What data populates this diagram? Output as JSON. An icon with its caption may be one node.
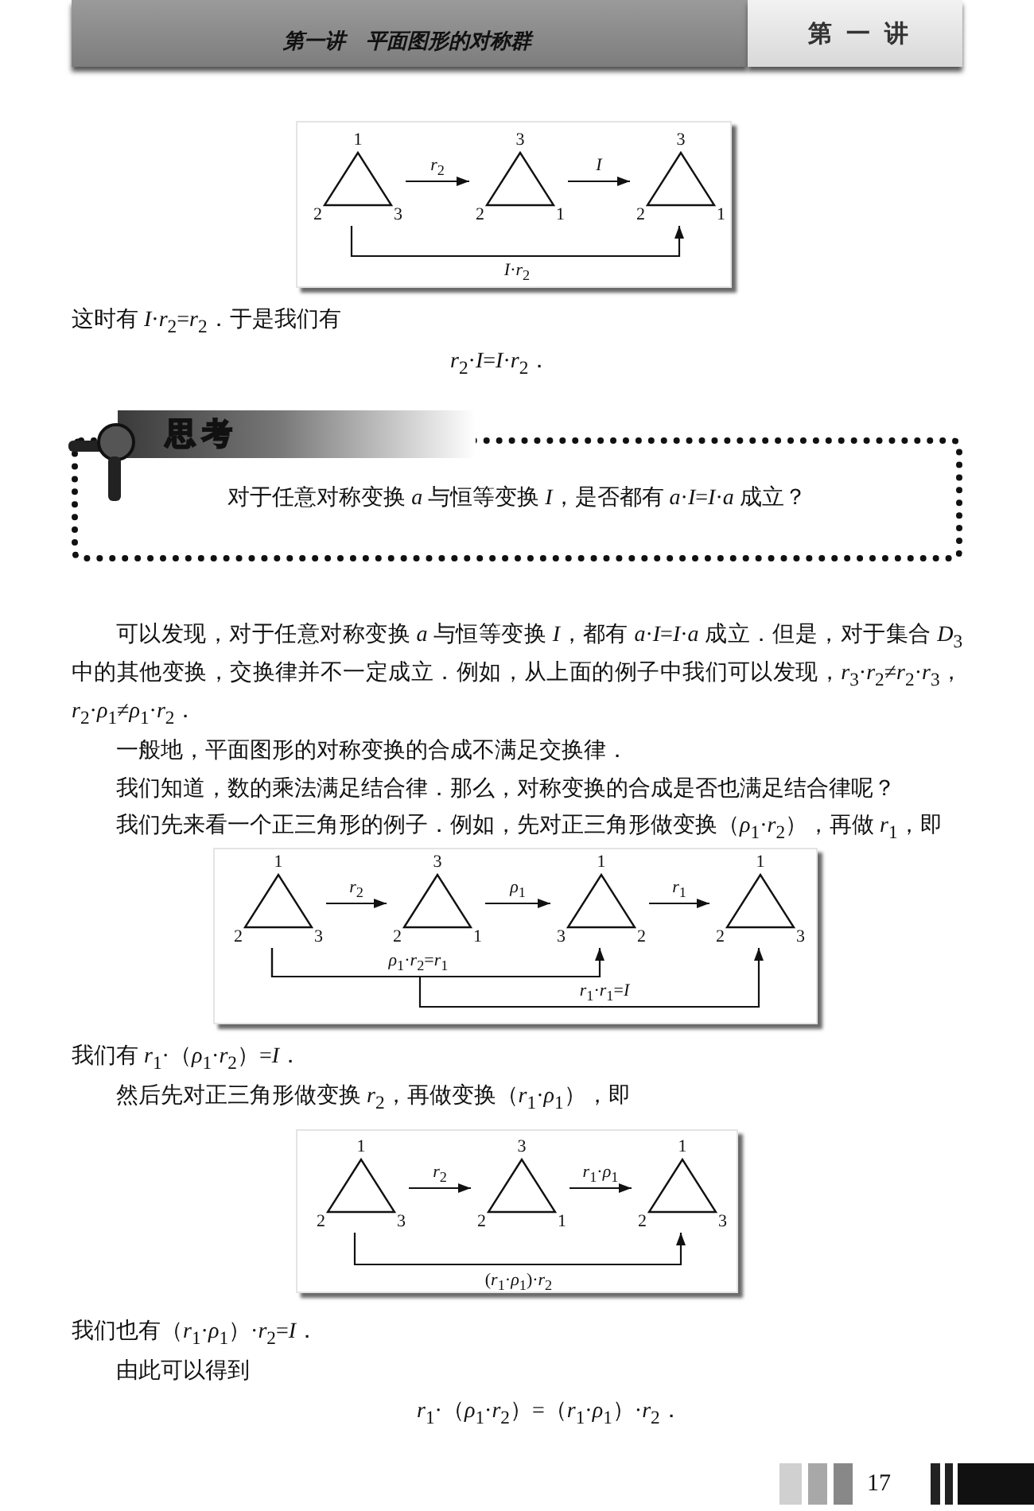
{
  "diagram": {
    "nodes": [
      {
        "text": [
          "第一讲　平面图形的对称群"
        ]
      },
      {
        "text": [
          "第一讲"
        ]
      },
      {
        "text": [],
        "shape": "box"
      },
      {
        "text": [
          "1",
          "2",
          "3"
        ],
        "in": 2
      },
      {
        "text": [
          "3",
          "2",
          "1"
        ],
        "in": 2
      },
      {
        "text": [
          "3",
          "2",
          "1"
        ],
        "in": 2
      },
      {
        "text": [
          "思考",
          "对于任意对称变换 *a* 与恒等变换 *I*，是否都有 *a*·*I*=*I*·*a* 成立？"
        ]
      },
      {
        "text": [],
        "shape": "box"
      },
      {
        "text": [
          "1",
          "2",
          "3"
        ],
        "in": 7
      },
      {
        "text": [
          "3",
          "2",
          "1"
        ],
        "in": 7
      },
      {
        "text": [
          "1",
          "3",
          "2"
        ],
        "in": 7
      },
      {
        "text": [
          "1",
          "2",
          "3"
        ],
        "in": 7
      },
      {
        "text": [],
        "shape": "box"
      },
      {
        "text": [
          "1",
          "2",
          "3"
        ],
        "in": 12
      },
      {
        "text": [
          "3",
          "2",
          "1"
        ],
        "in": 12
      },
      {
        "text": [
          "1",
          "2",
          "3"
        ],
        "in": 12
      }
    ],
    "edges": [
      {
        "from": 3,
        "to": 4,
        "arrow": "to",
        "label": "*r*$_{2}$"
      },
      {
        "from": 4,
        "to": 5,
        "arrow": "to",
        "label": "*I*"
      },
      {
        "from": 3,
        "to": 5,
        "arrow": "to",
        "label": "*I*·*r*$_{2}$"
      },
      {
        "from": 8,
        "to": 9,
        "arrow": "to",
        "label": "*r*$_{2}$"
      },
      {
        "from": 9,
        "to": 10,
        "arrow": "to",
        "label": "*ρ*$_{1}$"
      },
      {
        "from": 10,
        "to": 11,
        "arrow": "to",
        "label": "*r*$_{1}$"
      },
      {
        "from": 8,
        "to": 10,
        "arrow": "to",
        "label": "*ρ*$_{1}$·*r*$_{2}$=*r*$_{1}$"
      },
      {
        "from": 8,
        "to": 11,
        "arrow": "to",
        "label": "*r*$_{1}$·*r*$_{1}$=*I*"
      },
      {
        "from": 13,
        "to": 14,
        "arrow": "to",
        "label": "*r*$_{2}$"
      },
      {
        "from": 14,
        "to": 15,
        "arrow": "to",
        "label": "*r*$_{1}$·*ρ*$_{1}$"
      },
      {
        "from": 13,
        "to": 15,
        "arrow": "to",
        "label": "(*r*$_{1}$·*ρ*$_{1}$)·*r*$_{2}$"
      }
    ],
    "labels": [
      "这时有 *I*·*r*$_{2}$=*r*$_{2}$．于是我们有",
      "*r*$_{2}$·*I*=*I*·*r*$_{2}$．",
      "可以发现，对于任意对称变换 *a* 与恒等变换 *I*，都有 *a*·*I*=*I*·*a* 成立．但是，对于集合 *D*$_{3}$ 中的其他变换，交换律并不一定成立．例如，从上面的例子中我们可以发现，*r*$_{3}$·*r*$_{2}$≠*r*$_{2}$·*r*$_{3}$，*r*$_{2}$·*ρ*$_{1}$≠*ρ*$_{1}$·*r*$_{2}$．",
      "一般地，平面图形的对称变换的合成不满足交换律．",
      "我们知道，数的乘法满足结合律．那么，对称变换的合成是否也满足结合律呢？",
      "我们先来看一个正三角形的例子．例如，先对正三角形做变换（*ρ*$_{1}$·*r*$_{2}$），再做 *r*$_{1}$，即",
      "我们有 *r*$_{1}$·（*ρ*$_{1}$·*r*$_{2}$）=*I*．",
      "然后先对正三角形做变换 *r*$_{2}$，再做变换（*r*$_{1}$·*ρ*$_{1}$），即",
      "我们也有（*r*$_{1}$·*ρ*$_{1}$）·*r*$_{2}$=*I*．",
      "由此可以得到",
      "*r*$_{1}$·（*ρ*$_{1}$·*r*$_{2}$）=（*r*$_{1}$·*ρ*$_{1}$）·*r*$_{2}$．",
      "17"
    ]
  }
}
